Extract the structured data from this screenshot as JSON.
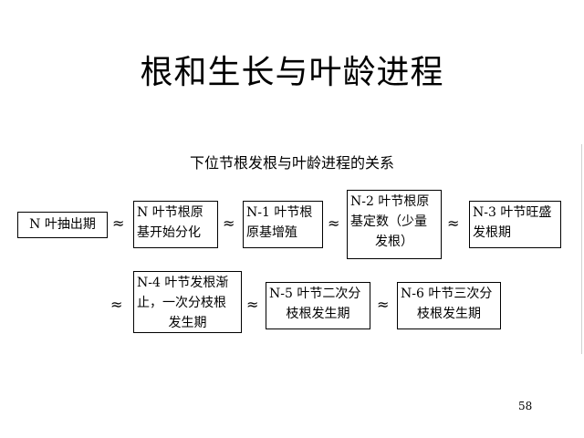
{
  "slide": {
    "title": "根和生长与叶龄进程",
    "subtitle": "下位节根发根与叶龄进程的关系",
    "page_number": "58"
  },
  "connector": {
    "symbol": "≈"
  },
  "row1": [
    {
      "id": "n",
      "lines": [
        "N 叶抽出期"
      ]
    },
    {
      "id": "n0",
      "lines": [
        "N 叶节根原",
        "基开始分化"
      ]
    },
    {
      "id": "n1",
      "lines": [
        "N-1 叶节根",
        "原基增殖"
      ]
    },
    {
      "id": "n2",
      "lines": [
        "N-2 叶节根原",
        "基定数（少量",
        "发根）"
      ]
    },
    {
      "id": "n3",
      "lines": [
        "N-3 叶节旺盛",
        "发根期"
      ]
    }
  ],
  "row2": [
    {
      "id": "n4",
      "lines": [
        "N-4 叶节发根渐",
        "止，一次分枝根",
        "发生期"
      ]
    },
    {
      "id": "n5",
      "lines": [
        "N-5 叶节二次分",
        "枝根发生期"
      ]
    },
    {
      "id": "n6",
      "lines": [
        "N-6 叶节三次分",
        "枝根发生期"
      ]
    }
  ]
}
